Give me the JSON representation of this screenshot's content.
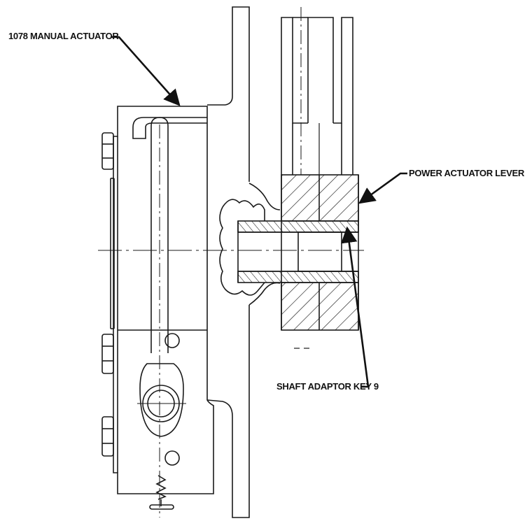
{
  "callouts": {
    "manual_actuator": "1078 MANUAL ACTUATOR",
    "power_actuator_lever": "POWER ACTUATOR LEVER",
    "shaft_adaptor_key": "SHAFT ADAPTOR KEY 9"
  },
  "colors": {
    "line": "#1a1a1a",
    "background": "#ffffff"
  }
}
